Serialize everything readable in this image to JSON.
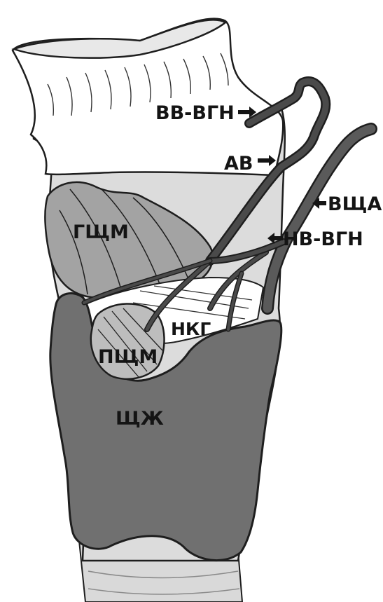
{
  "labels": {
    "vv_vgn": "ВВ-ВГН",
    "av": "АВ",
    "vshcha": "ВЩА",
    "nv_vgn": "НВ-ВГН",
    "gshchm": "ГЩМ",
    "nkg": "НКГ",
    "pshchm": "ПЩМ",
    "shchzh": "ЩЖ"
  },
  "colors": {
    "outline": "#1e1e1e",
    "light_tissue": "#dcdcdc",
    "white_tissue": "#ffffff",
    "muscle": "#a3a3a3",
    "vessel": "#4a4a4a",
    "thyroid": "#707070"
  }
}
